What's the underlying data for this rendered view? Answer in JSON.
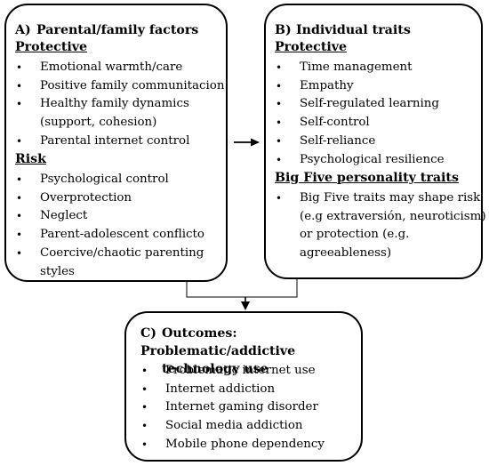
{
  "box_a": {
    "letter": "A)",
    "title": "Parental/family factors",
    "protective_label": "Protective",
    "protective_items": [
      "Emotional warmth/care",
      "Positive family communitacion",
      "Healthy family dynamics",
      "(support, cohesion)",
      "Parental internet control"
    ],
    "risk_label": "Risk",
    "risk_items": [
      "Psychological control",
      "Overprotection",
      "Neglect",
      "Parent-adolescent conflicto",
      "Coercive/chaotic parenting",
      "styles"
    ]
  },
  "box_b": {
    "letter": "B)",
    "title": "Individual traits",
    "protective_label": "Protective",
    "protective_items": [
      "Time management",
      "Empathy",
      "Self-regulated learning",
      "Self-control",
      "Self-reliance",
      "Psychological resilience"
    ],
    "bigfive_label": "Big Five personality traits",
    "bigfive_items": [
      "Big Five traits may shape risk",
      "(e.g extraversión, neuroticism)",
      "or protection (e.g.",
      "agreeableness)"
    ]
  },
  "box_c": {
    "letter": "C)",
    "title_line1": "Outcomes: Problematic/addictive",
    "title_line2": "technology use",
    "items": [
      "Problematic internet use",
      "Internet addiction",
      "Internet gaming disorder",
      "Social media addiction",
      "Mobile phone dependency"
    ]
  },
  "bullet_glyph": "•"
}
